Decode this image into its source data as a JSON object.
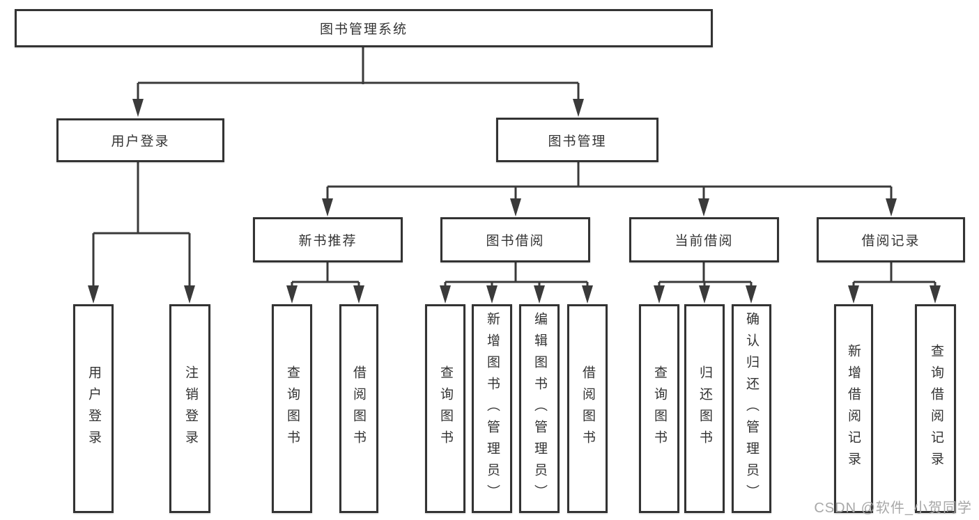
{
  "diagram": {
    "root": {
      "label": "图书管理系统"
    },
    "level2": [
      {
        "label": "用户登录"
      },
      {
        "label": "图书管理"
      }
    ],
    "level3": [
      {
        "label": "新书推荐"
      },
      {
        "label": "图书借阅"
      },
      {
        "label": "当前借阅"
      },
      {
        "label": "借阅记录"
      }
    ],
    "leaves": {
      "user_login": [
        "用户登录",
        "注销登录"
      ],
      "new_book": [
        "查询图书",
        "借阅图书"
      ],
      "book_borrow": [
        "查询图书",
        "新增图书（管理员）",
        "编辑图书（管理员）",
        "借阅图书"
      ],
      "current_borrow": [
        "查询图书",
        "归还图书",
        "确认归还（管理员）"
      ],
      "borrow_records": [
        "新增借阅记录",
        "查询借阅记录"
      ]
    }
  },
  "watermark": {
    "text": "CSDN @软件_小贺同学"
  },
  "colors": {
    "line": "#3a3a3a",
    "box_border": "#333333",
    "text": "#333333",
    "watermark": "#a8a8a8",
    "background": "#ffffff"
  }
}
